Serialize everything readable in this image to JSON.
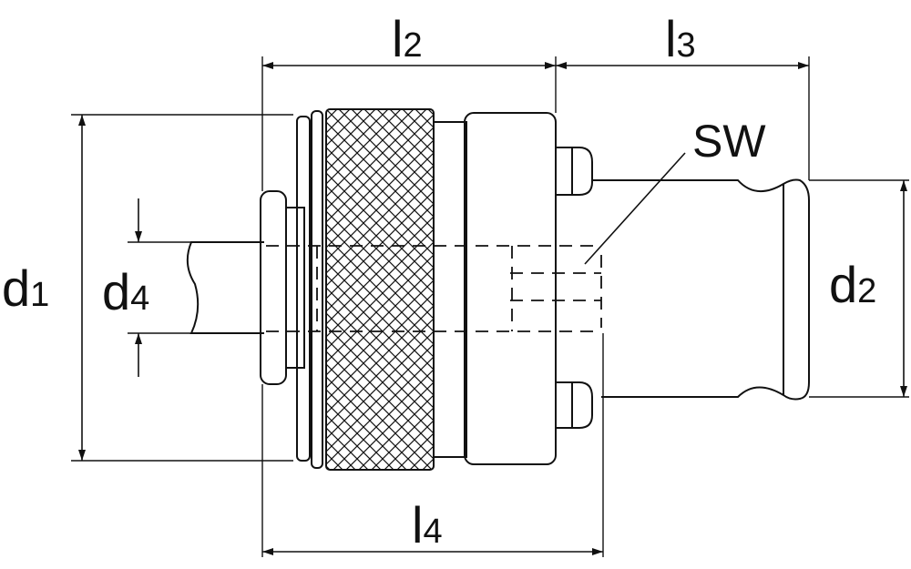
{
  "labels": {
    "d1": {
      "letter": "d",
      "index": "1"
    },
    "d2": {
      "letter": "d",
      "index": "2"
    },
    "d4": {
      "letter": "d",
      "index": "4"
    },
    "l2": {
      "letter": "l",
      "index": "2"
    },
    "l3": {
      "letter": "l",
      "index": "3"
    },
    "l4": {
      "letter": "l",
      "index": "4"
    },
    "sw": "SW"
  },
  "colors": {
    "line": "#111111",
    "background": "#ffffff"
  }
}
